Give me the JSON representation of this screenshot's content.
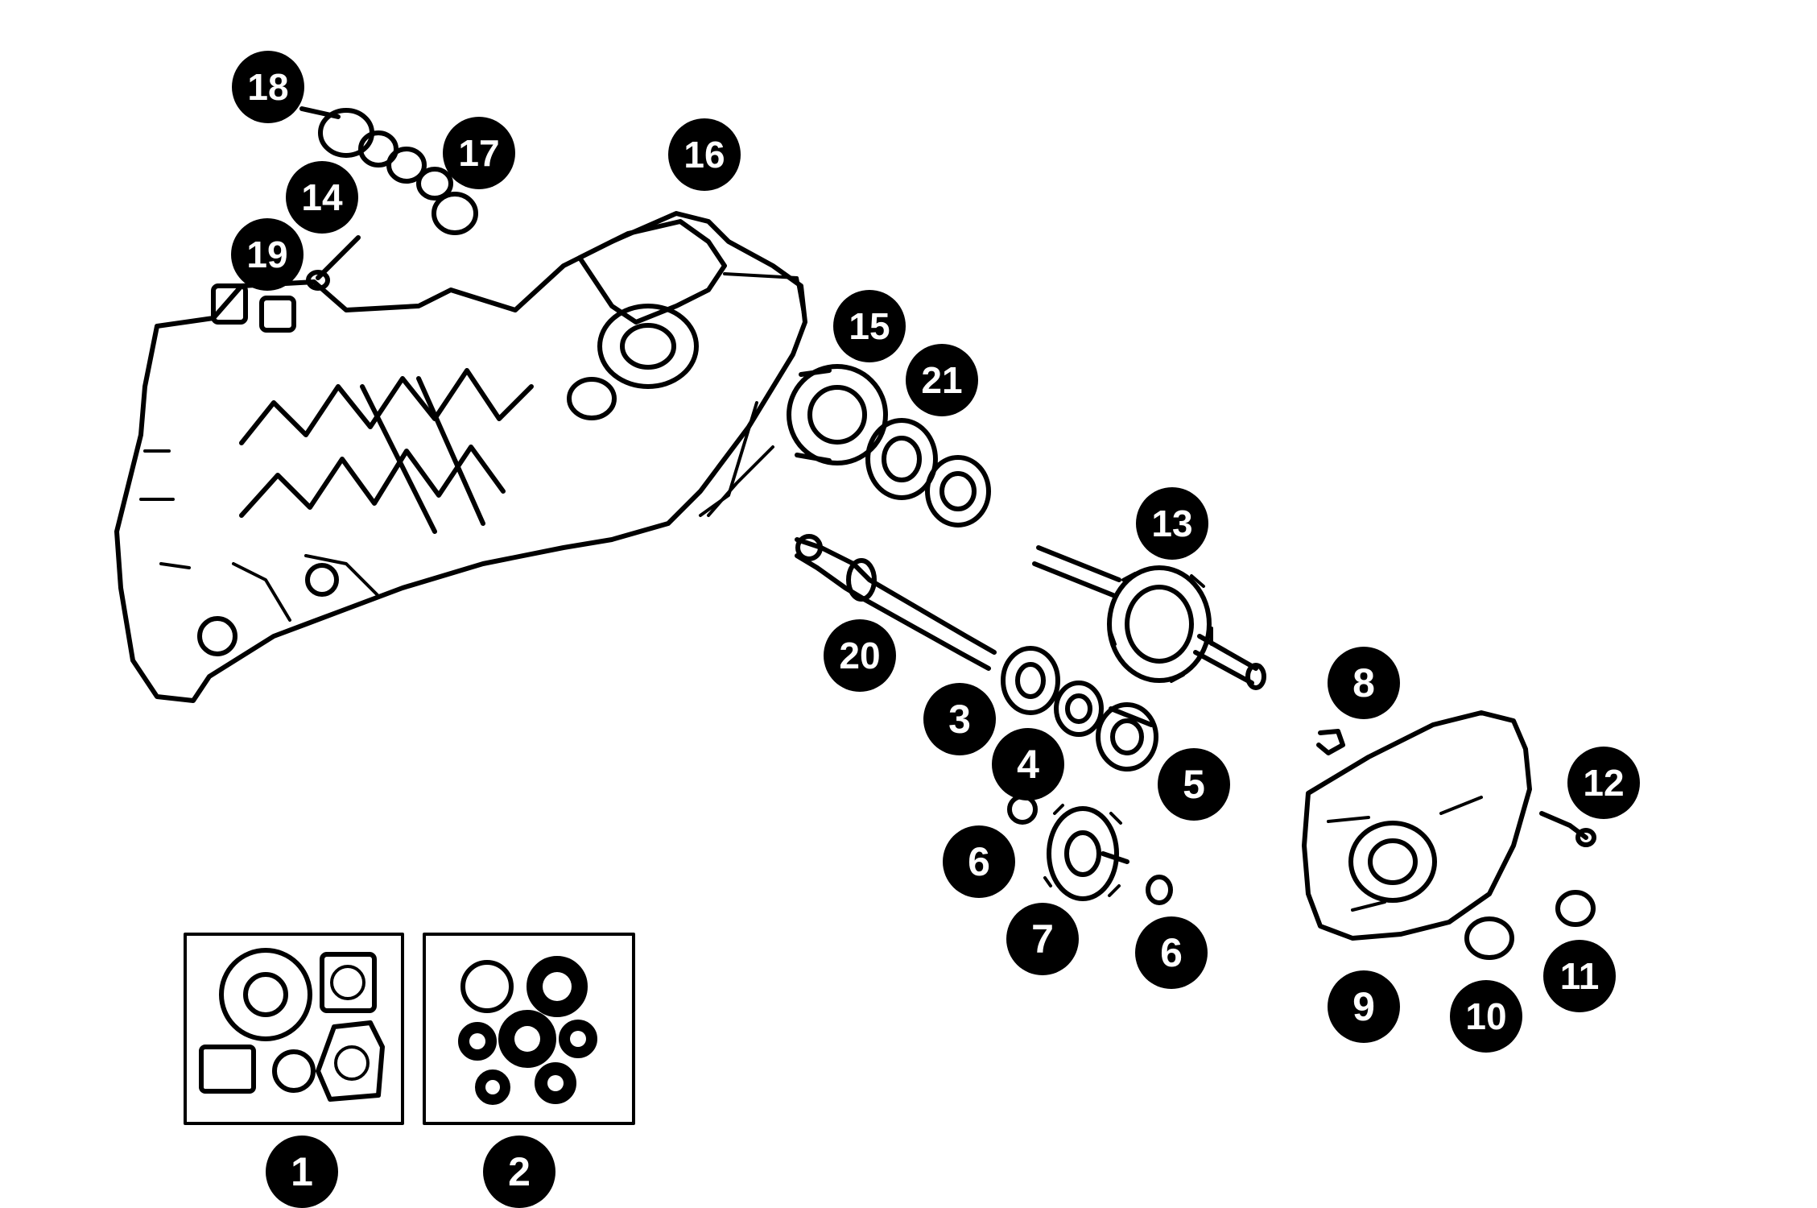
{
  "callouts": [
    {
      "id": "c1",
      "label": "1"
    },
    {
      "id": "c2",
      "label": "2"
    },
    {
      "id": "c3",
      "label": "3"
    },
    {
      "id": "c4",
      "label": "4"
    },
    {
      "id": "c5",
      "label": "5"
    },
    {
      "id": "c6a",
      "label": "6"
    },
    {
      "id": "c6b",
      "label": "6"
    },
    {
      "id": "c7",
      "label": "7"
    },
    {
      "id": "c8",
      "label": "8"
    },
    {
      "id": "c9",
      "label": "9"
    },
    {
      "id": "c10",
      "label": "10"
    },
    {
      "id": "c11",
      "label": "11"
    },
    {
      "id": "c12",
      "label": "12"
    },
    {
      "id": "c13",
      "label": "13"
    },
    {
      "id": "c14",
      "label": "14"
    },
    {
      "id": "c15",
      "label": "15"
    },
    {
      "id": "c16",
      "label": "16"
    },
    {
      "id": "c17",
      "label": "17"
    },
    {
      "id": "c18",
      "label": "18"
    },
    {
      "id": "c19",
      "label": "19"
    },
    {
      "id": "c20",
      "label": "20"
    },
    {
      "id": "c21",
      "label": "21"
    }
  ],
  "colors": {
    "line": "#000000",
    "background": "#ffffff",
    "callout_text": "#ffffff"
  }
}
